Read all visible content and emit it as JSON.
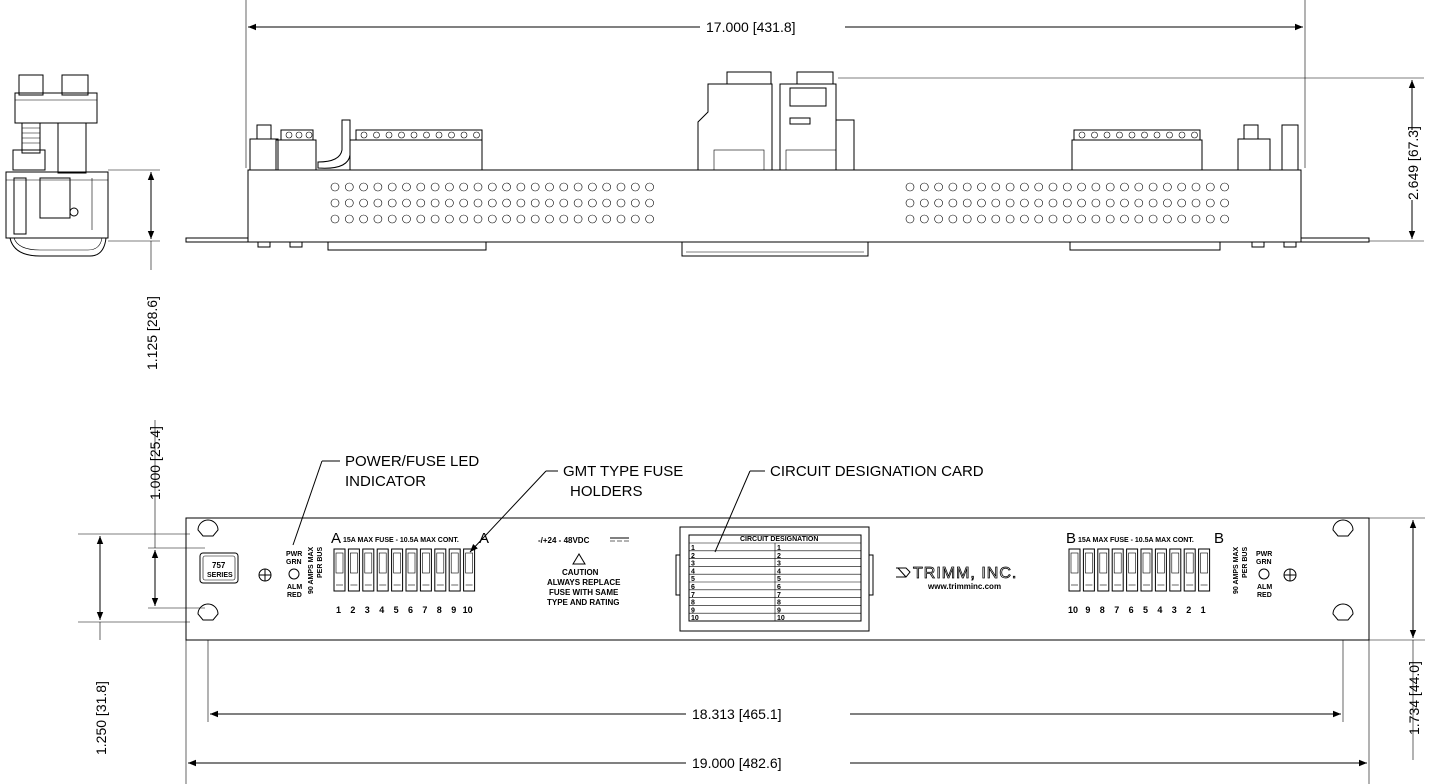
{
  "dimensions": {
    "top_width": "17.000 [431.8]",
    "right_height": "2.649 [67.3]",
    "left_depth": "1.125 [28.6]",
    "front_upper": "1.000 [25.4]",
    "front_lower": "1.250 [31.8]",
    "mount_holes": "18.313 [465.1]",
    "overall_width": "19.000 [482.6]",
    "panel_height": "1.734 [44.0]"
  },
  "callouts": {
    "led_line1": "POWER/FUSE LED",
    "led_line2": "INDICATOR",
    "fuse_line1": "GMT TYPE FUSE",
    "fuse_line2": "HOLDERS",
    "card": "CIRCUIT DESIGNATION CARD"
  },
  "panel": {
    "series_line1": "757",
    "series_line2": "SERIES",
    "pwr": "PWR",
    "grn": "GRN",
    "alm": "ALM",
    "red": "RED",
    "amps_line1": "90 AMPS MAX",
    "amps_line2": "PER BUS",
    "bank_a_letter": "A",
    "bank_b_letter": "B",
    "bank_label": "15A MAX FUSE - 10.5A MAX CONT.",
    "bank_a_numbers": [
      "1",
      "2",
      "3",
      "4",
      "5",
      "6",
      "7",
      "8",
      "9",
      "10"
    ],
    "bank_b_numbers": [
      "10",
      "9",
      "8",
      "7",
      "6",
      "5",
      "4",
      "3",
      "2",
      "1"
    ],
    "voltage": "-/+24 - 48VDC",
    "caution_title": "CAUTION",
    "caution_line1": "ALWAYS REPLACE",
    "caution_line2": "FUSE WITH SAME",
    "caution_line3": "TYPE AND RATING",
    "card_title": "CIRCUIT DESIGNATION",
    "card_left_numbers": [
      "1",
      "2",
      "3",
      "4",
      "5",
      "6",
      "7",
      "8",
      "9",
      "10"
    ],
    "card_right_numbers": [
      "1",
      "2",
      "3",
      "4",
      "5",
      "6",
      "7",
      "8",
      "9",
      "10"
    ],
    "brand": "TRIMM, INC.",
    "website": "www.trimminc.com"
  }
}
